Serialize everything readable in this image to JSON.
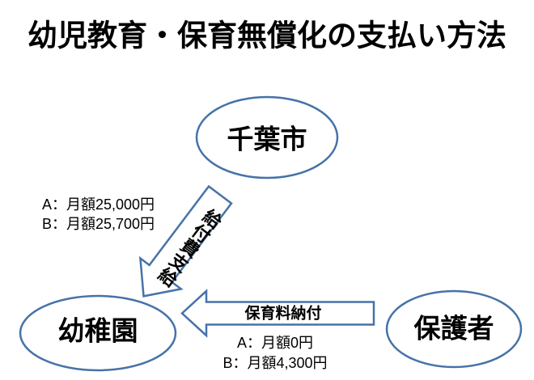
{
  "title": "幼児教育・保育無償化の支払い方法",
  "colors": {
    "shape_outline": "#4672a8",
    "text": "#000000",
    "background": "#ffffff"
  },
  "nodes": {
    "chiba_city": {
      "label": "千葉市"
    },
    "kindergarten": {
      "label": "幼稚園"
    },
    "guardian": {
      "label": "保護者"
    }
  },
  "arrows": {
    "benefit_payment": {
      "label": "給付費支給",
      "direction": "from 千葉市 to 幼稚園",
      "amounts": [
        "A：月額25,000円",
        "B：月額25,700円"
      ]
    },
    "childcare_fee": {
      "label": "保育料納付",
      "direction": "from 保護者 to 幼稚園",
      "amounts": [
        "A：月額0円",
        "B：月額4,300円"
      ]
    }
  }
}
